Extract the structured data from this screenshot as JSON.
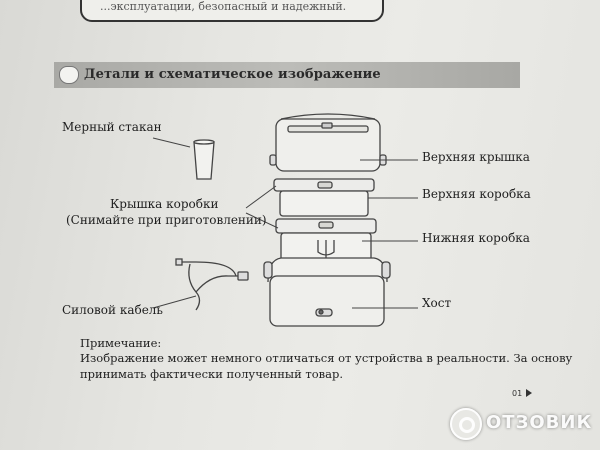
{
  "top_box": {
    "text": "...эксплуатации, безопасный и надежный."
  },
  "section": {
    "icon": "owl-icon",
    "title": "Детали и схематическое изображение"
  },
  "labels": {
    "measuring_cup": "Мерный стакан",
    "box_lid_line1": "Крышка коробки",
    "box_lid_line2": "(Снимайте при приготовлении)",
    "power_cable": "Силовой кабель",
    "top_lid": "Верхняя крышка",
    "top_box": "Верхняя коробка",
    "bottom_box": "Нижняя коробка",
    "host": "Хост"
  },
  "note": {
    "heading": "Примечание:",
    "line1": "Изображение может немного отличаться от устройства в реальности. За основу",
    "line2": "принимать фактически полученный товар."
  },
  "page_number": "01",
  "watermark": {
    "text": "ОТЗОВИК"
  }
}
